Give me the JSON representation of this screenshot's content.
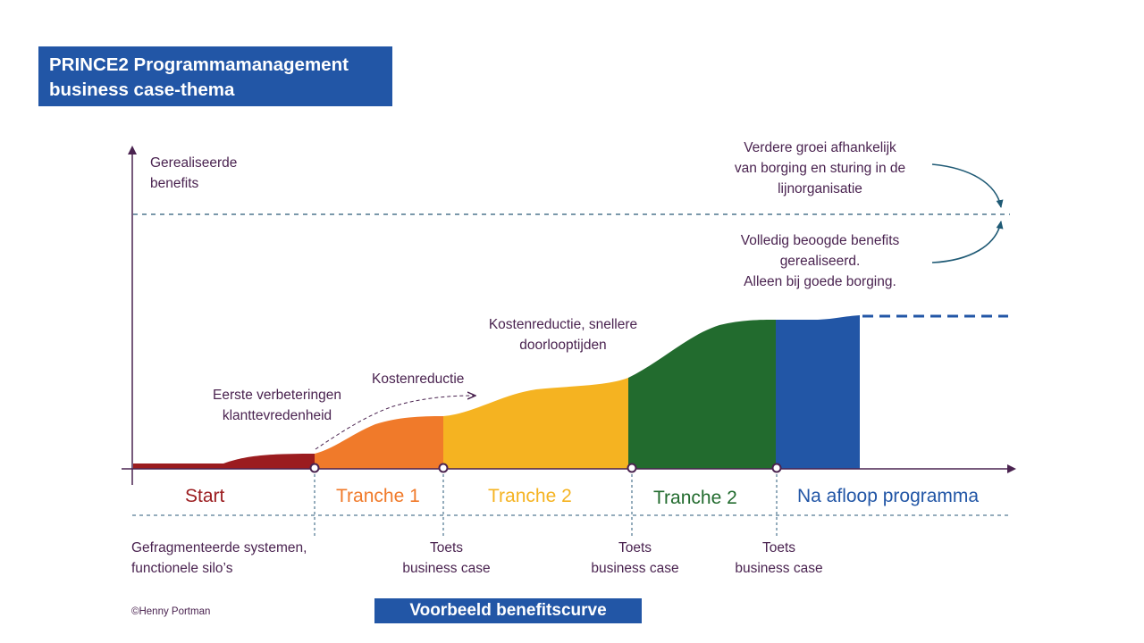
{
  "title": {
    "line1": "PRINCE2 Programmamanagement",
    "line2": "business case-thema"
  },
  "y_axis_label": {
    "line1": "Gerealiseerde",
    "line2": "benefits"
  },
  "annotations": {
    "further_growth": [
      "Verdere groei afhankelijk",
      "van borging en sturing in de",
      "lijnorganisatie"
    ],
    "full_benefits": [
      "Volledig beoogde benefits",
      "gerealiseerd.",
      "Alleen bij goede borging."
    ],
    "cost_reduction_faster": [
      "Kostenreductie, snellere",
      "doorlooptijden"
    ],
    "cost_reduction": "Kostenreductie",
    "first_improvements": [
      "Eerste verbeteringen",
      "klanttevredenheid"
    ]
  },
  "phases": [
    {
      "label": "Start",
      "color": "#9b1c1f"
    },
    {
      "label": "Tranche 1",
      "color": "#f07a2a"
    },
    {
      "label": "Tranche 2",
      "color": "#f5b321"
    },
    {
      "label": "Tranche 2",
      "color": "#226b2e"
    },
    {
      "label": "Na afloop programma",
      "color": "#2256a6"
    }
  ],
  "bottom_notes": {
    "start_note": [
      "Gefragmenteerde systemen,",
      "functionele silo’s"
    ],
    "review_1": [
      "Toets",
      "business case"
    ],
    "review_2": [
      "Toets",
      "business case"
    ],
    "review_3": [
      "Toets",
      "business case"
    ]
  },
  "footer": {
    "caption": "Voorbeeld benefitscurve",
    "copyright": "©Henny Portman"
  },
  "colors": {
    "axis": "#4a2350",
    "arrow": "#1f5a75",
    "title_bg": "#2256a6"
  }
}
